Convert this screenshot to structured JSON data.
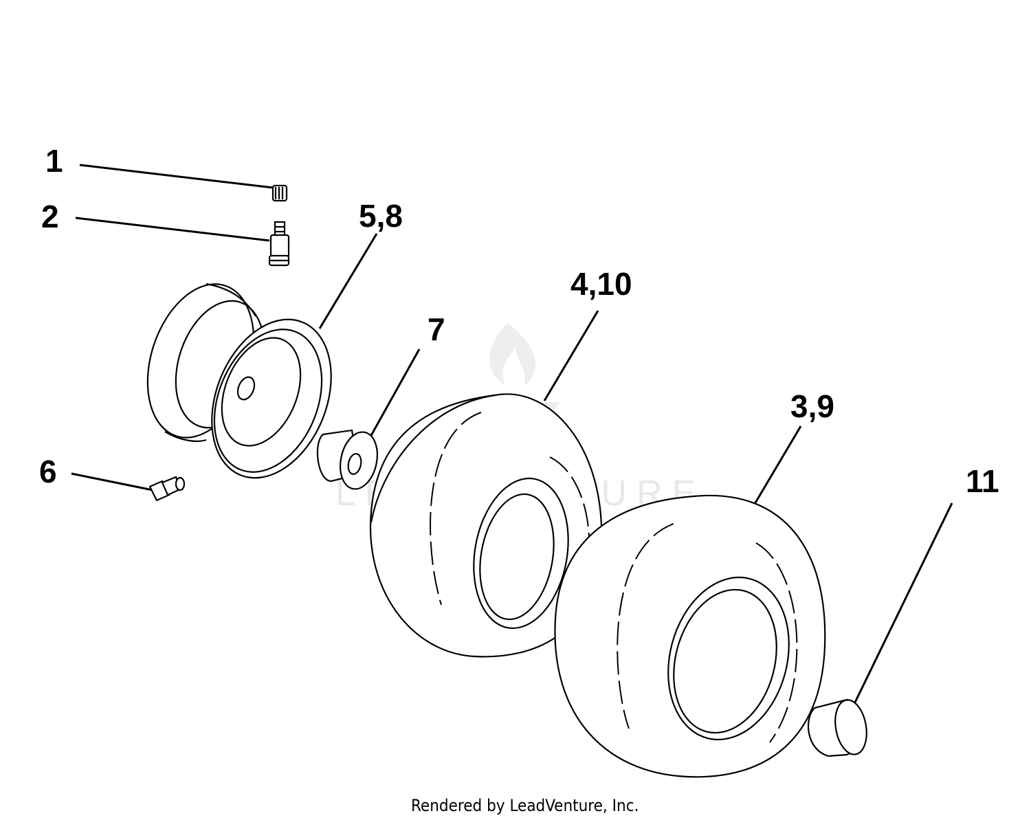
{
  "callouts": {
    "c1": "1",
    "c2": "2",
    "c58": "5,8",
    "c7": "7",
    "c410": "4,10",
    "c39": "3,9",
    "c6": "6",
    "c11": "11"
  },
  "watermark": {
    "text": "LEADVENTURE",
    "color": "#e8e8e8"
  },
  "footer": {
    "credit": "Rendered by LeadVenture, Inc."
  },
  "colors": {
    "line": "#000000",
    "background": "#ffffff"
  }
}
